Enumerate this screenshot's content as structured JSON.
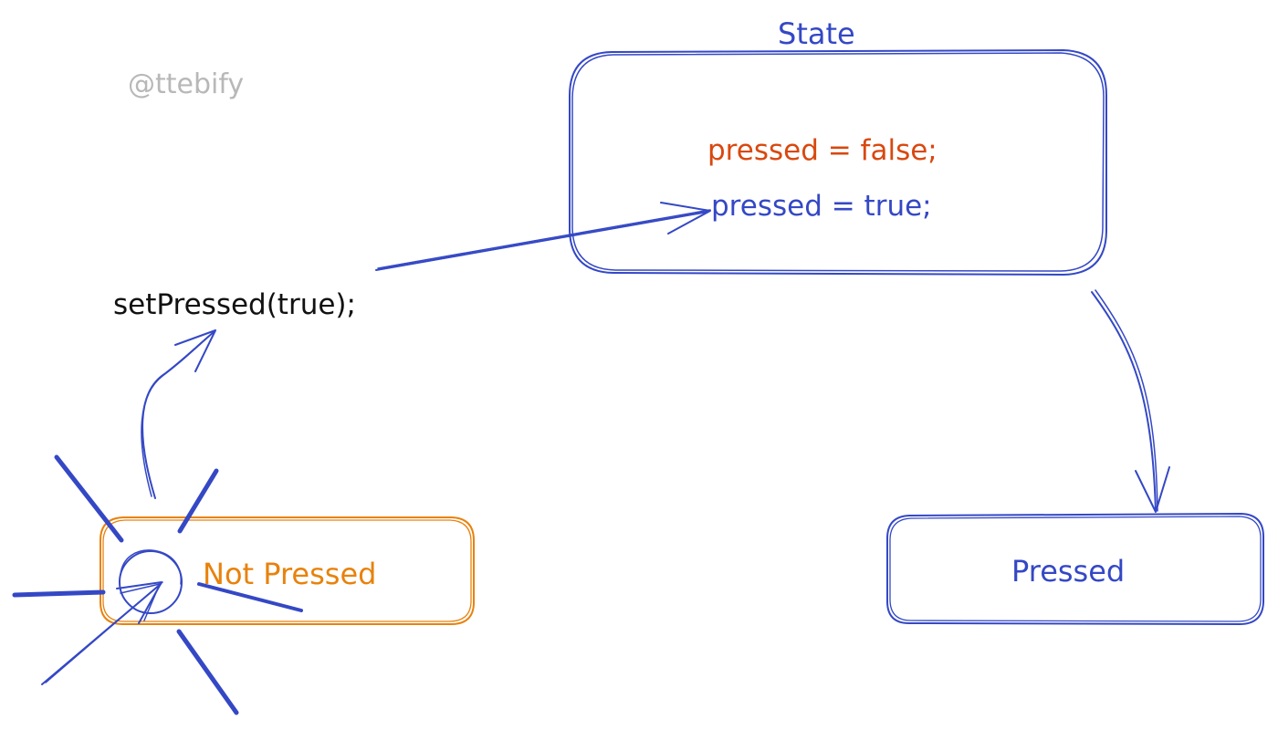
{
  "watermark": "@ttebify",
  "state_box": {
    "title": "State",
    "line_old": "pressed = false;",
    "line_new": "pressed = true;"
  },
  "action": {
    "call": "setPressed(true);"
  },
  "button_before": {
    "label": "Not Pressed"
  },
  "button_after": {
    "label": "Pressed"
  },
  "colors": {
    "blue": "#3448c5",
    "orange": "#e8820c",
    "red_orange": "#d9480f",
    "black": "#111111",
    "gray": "#b8b8b8"
  }
}
